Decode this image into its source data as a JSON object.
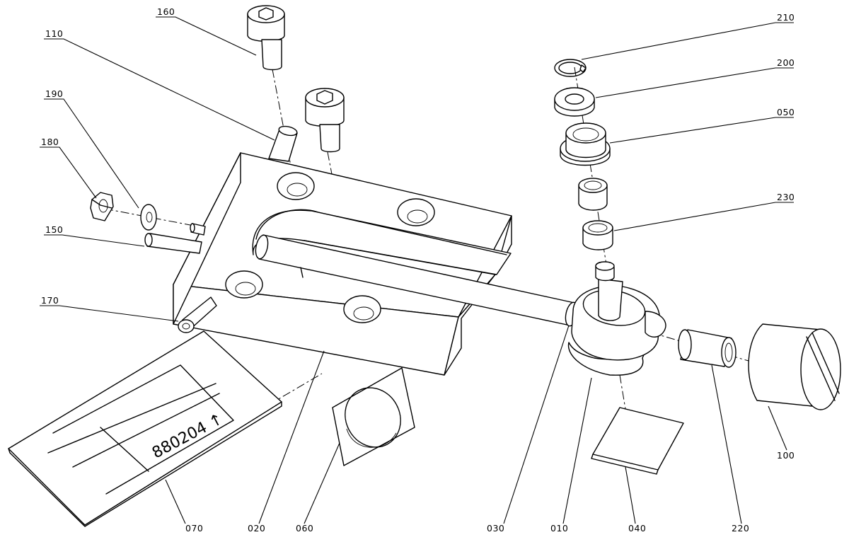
{
  "labels": {
    "p160": "160",
    "p110": "110",
    "p190": "190",
    "p180": "180",
    "p150": "150",
    "p170": "170",
    "p210": "210",
    "p200": "200",
    "p050": "050",
    "p230": "230",
    "p100": "100",
    "p070": "070",
    "p020": "020",
    "p060": "060",
    "p030": "030",
    "p010": "010",
    "p040": "040",
    "p220": "220"
  },
  "plate_marking": "880204 ↑"
}
